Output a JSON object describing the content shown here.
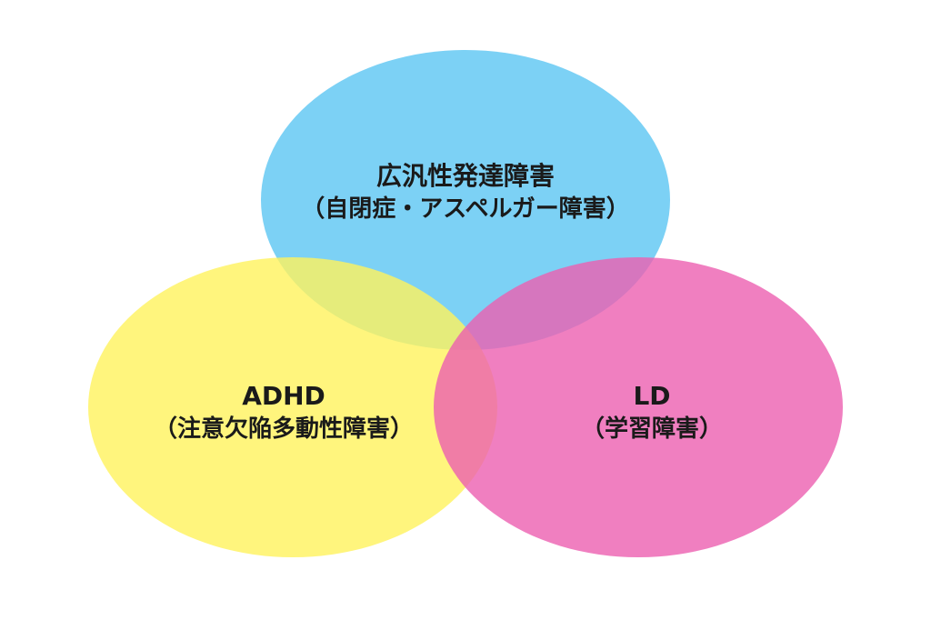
{
  "diagram": {
    "type": "venn",
    "sets": [
      {
        "id": "pdd",
        "title": "広汎性発達障害",
        "subtitle": "（自閉症・アスペルガー障害）",
        "color": "#5bc5f2"
      },
      {
        "id": "adhd",
        "title": "ADHD",
        "subtitle": "（注意欠陥多動性障害）",
        "color": "#fff35c"
      },
      {
        "id": "ld",
        "title": "LD",
        "subtitle": "（学習障害）",
        "color": "#ec5fb0"
      }
    ]
  }
}
